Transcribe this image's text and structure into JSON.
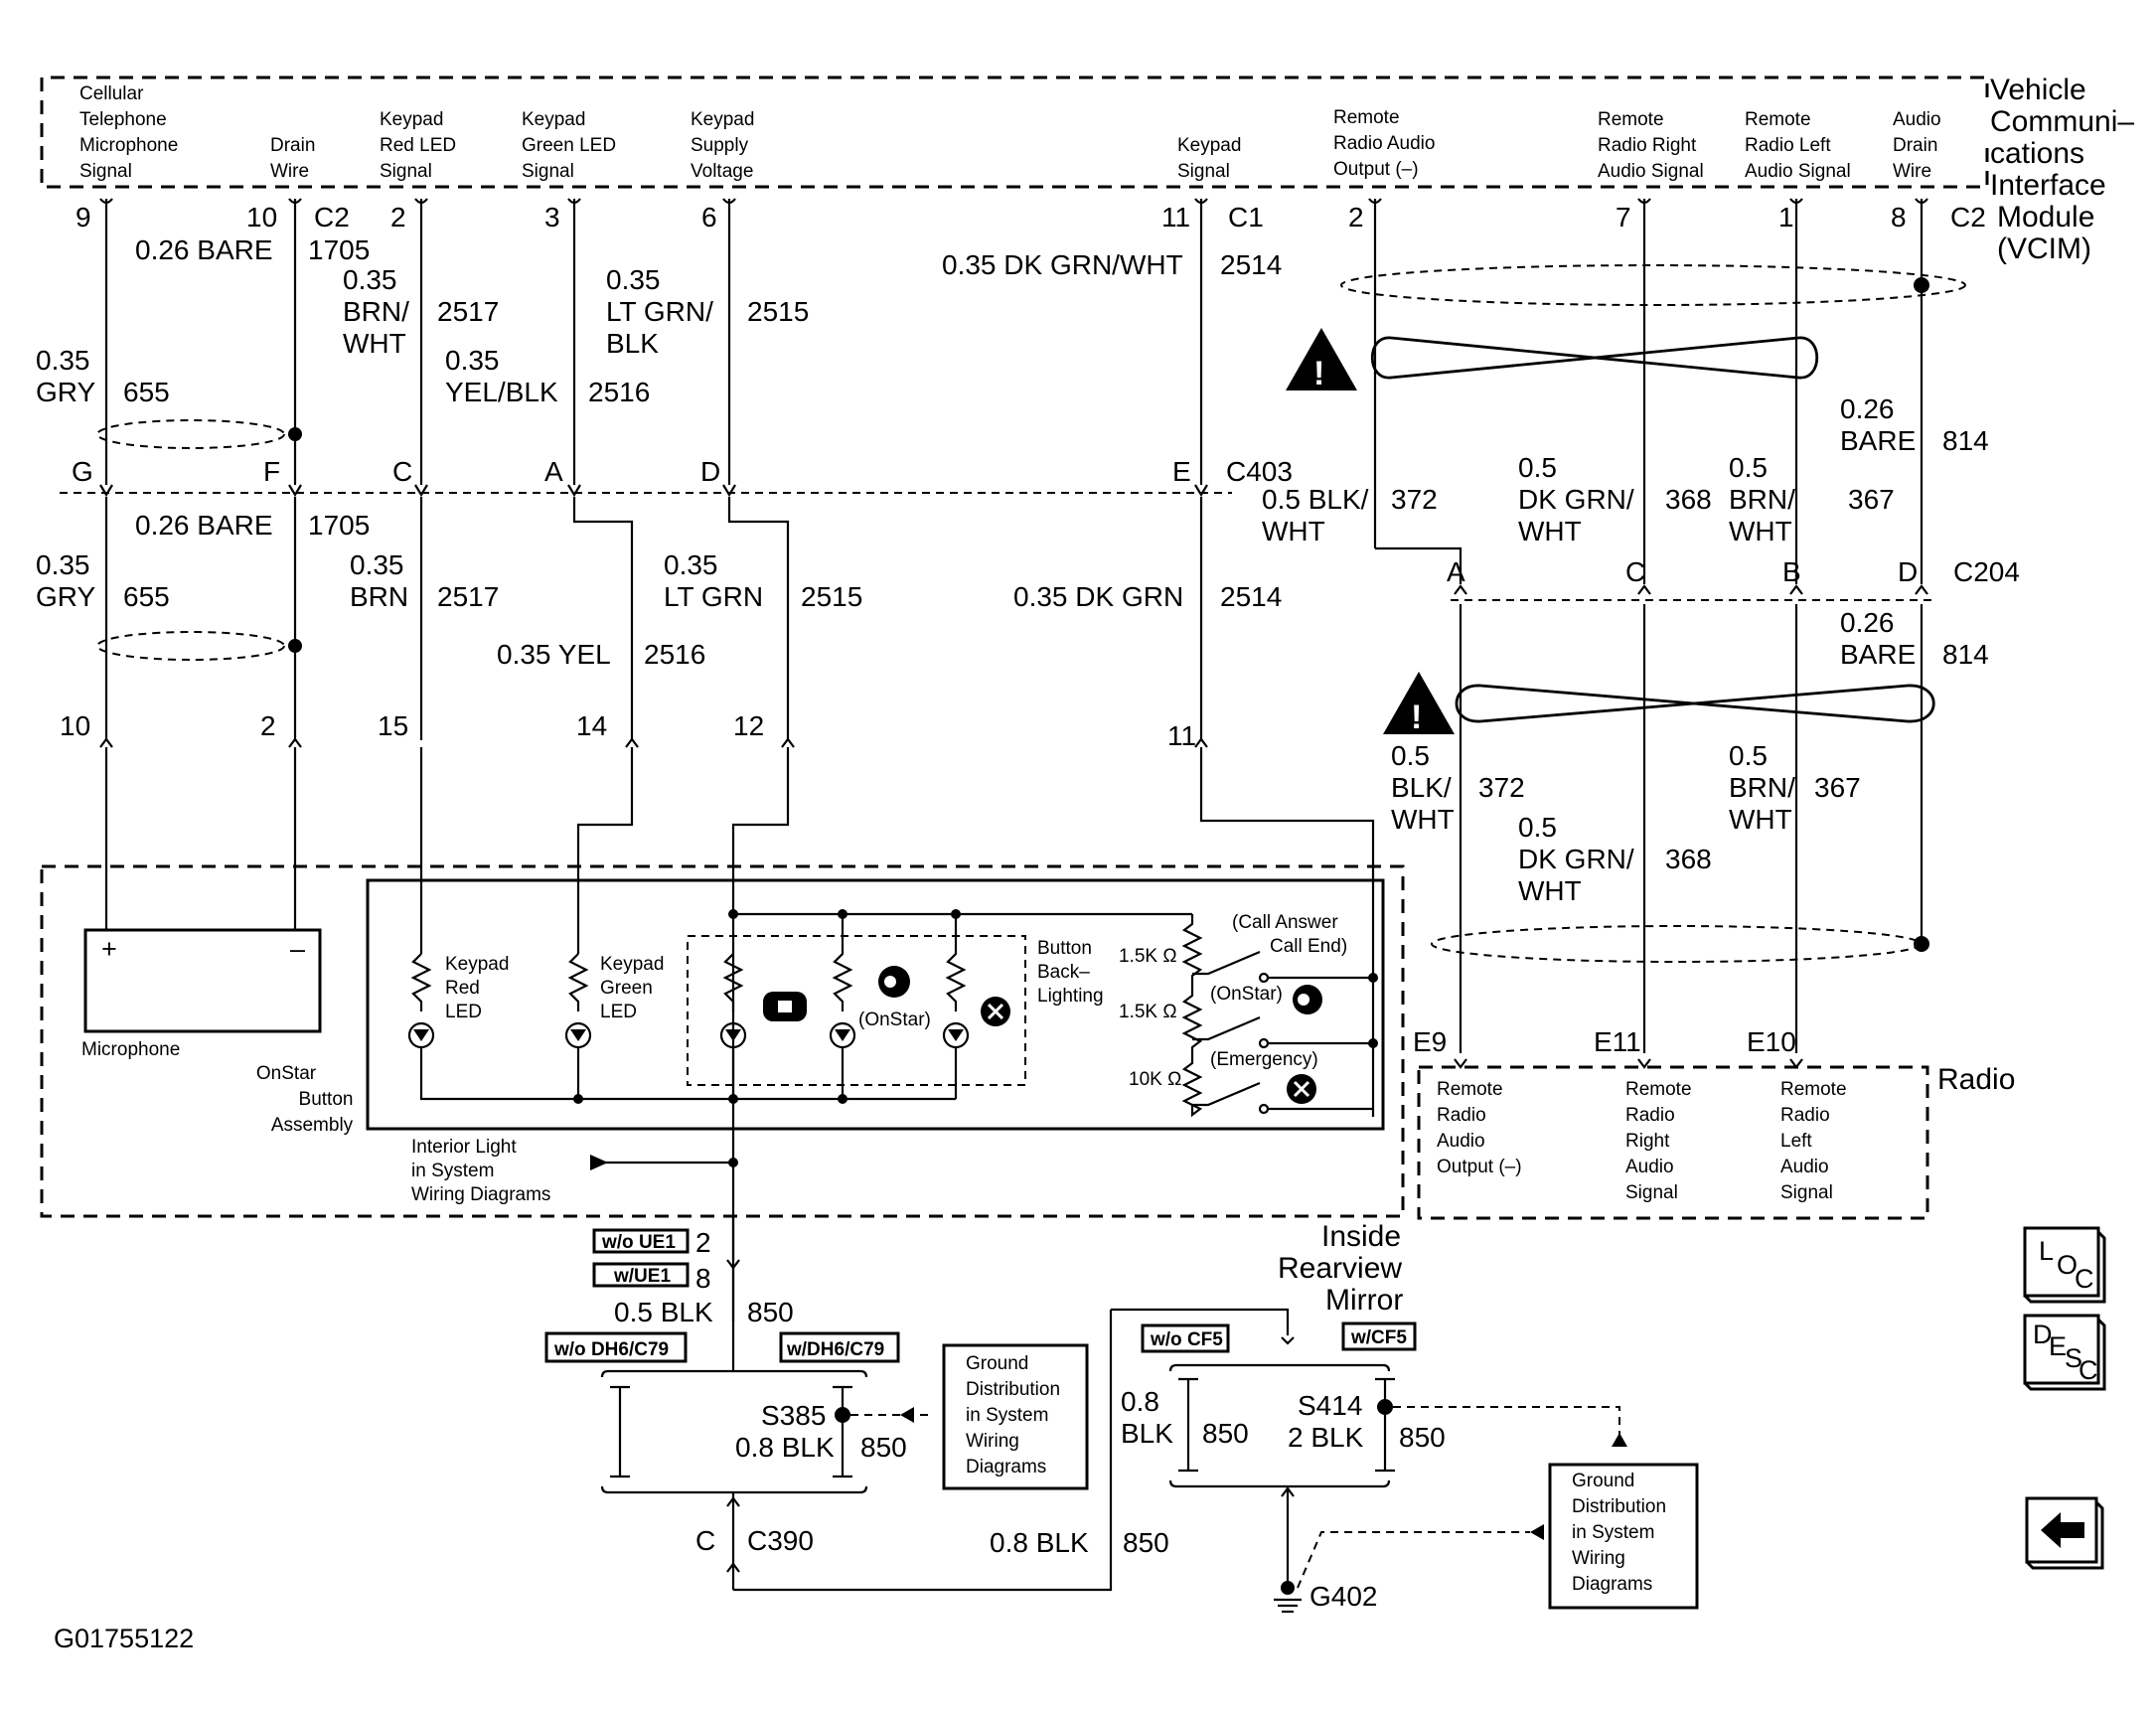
{
  "vcim": {
    "title_lines": [
      "Vehicle",
      "Communi–",
      "cations",
      "Interface",
      "Module",
      "(VCIM)"
    ],
    "connector_c2": "C2",
    "connector_c1": "C1",
    "labels": {
      "cell_mic": [
        "Cellular",
        "Telephone",
        "Microphone",
        "Signal"
      ],
      "drain": [
        "Drain",
        "Wire"
      ],
      "red_led": [
        "Keypad",
        "Red LED",
        "Signal"
      ],
      "green_led": [
        "Keypad",
        "Green LED",
        "Signal"
      ],
      "supply": [
        "Keypad",
        "Supply",
        "Voltage"
      ],
      "keypad_sig": [
        "Keypad",
        "Signal"
      ],
      "remote_out": [
        "Remote",
        "Radio Audio",
        "Output (–)"
      ],
      "remote_right": [
        "Remote",
        "Radio Right",
        "Audio Signal"
      ],
      "remote_left": [
        "Remote",
        "Radio Left",
        "Audio Signal"
      ],
      "audio_drain": [
        "Audio",
        "Drain",
        "Wire"
      ]
    },
    "pins": {
      "p9": "9",
      "p10": "10",
      "p2a": "2",
      "p3": "3",
      "p6": "6",
      "p11": "11",
      "p2b": "2",
      "p7": "7",
      "p1": "1",
      "p8": "8"
    }
  },
  "upper_wires": {
    "bare_size": "0.26 BARE",
    "bare_circuit": "1705",
    "gry_size": [
      "0.35",
      "GRY"
    ],
    "gry_circuit": "655",
    "brnwht_size": [
      "0.35",
      "BRN/",
      "WHT"
    ],
    "brnwht_circuit": "2517",
    "yelblk_size": [
      "0.35",
      "YEL/BLK"
    ],
    "yelblk_circuit": "2516",
    "ltgrnblk_size": [
      "0.35",
      "LT GRN/",
      "BLK"
    ],
    "ltgrnblk_circuit": "2515",
    "dkgrnwht": "0.35 DK GRN/WHT",
    "dkgrnwht_circuit": "2514",
    "bare814_size": [
      "0.26",
      "BARE"
    ],
    "bare814_circuit": "814",
    "blkwht_size": [
      "0.5 BLK/",
      "WHT"
    ],
    "blkwht_circuit": "372",
    "dkgrnwht2_size": [
      "0.5",
      "DK GRN/",
      "WHT"
    ],
    "dkgrnwht2_circuit": "368",
    "brnwht2_size": [
      "0.5",
      "BRN/",
      "WHT"
    ],
    "brnwht2_circuit": "367"
  },
  "c403": {
    "name": "C403",
    "pins": {
      "g": "G",
      "f": "F",
      "c": "C",
      "a": "A",
      "d": "D",
      "e": "E"
    }
  },
  "c204": {
    "name": "C204",
    "pins": {
      "a": "A",
      "c": "C",
      "b": "B",
      "d": "D"
    }
  },
  "lower_wires": {
    "bare_size": "0.26 BARE",
    "bare_circuit": "1705",
    "gry_size": [
      "0.35",
      "GRY"
    ],
    "gry_circuit": "655",
    "brn_size": [
      "0.35",
      "BRN"
    ],
    "brn_circuit": "2517",
    "yel": "0.35 YEL",
    "yel_circuit": "2516",
    "ltgrn_size": [
      "0.35",
      "LT GRN"
    ],
    "ltgrn_circuit": "2515",
    "dkgrn": "0.35 DK GRN",
    "dkgrn_circuit": "2514",
    "bare814_size": [
      "0.26",
      "BARE"
    ],
    "bare814_circuit": "814",
    "blkwht_size": [
      "0.5",
      "BLK/",
      "WHT"
    ],
    "blkwht_circuit": "372",
    "brnwht_size": [
      "0.5",
      "BRN/",
      "WHT"
    ],
    "brnwht_circuit": "367",
    "dkgrnwht_size": [
      "0.5",
      "DK GRN/",
      "WHT"
    ],
    "dkgrnwht_circuit": "368"
  },
  "assembly": {
    "pins": {
      "p10": "10",
      "p2": "2",
      "p15": "15",
      "p14": "14",
      "p12": "12",
      "p11": "11"
    },
    "mic_plus": "+",
    "mic_minus": "–",
    "microphone": "Microphone",
    "button_assembly": [
      "OnStar",
      "Button",
      "Assembly"
    ],
    "red_led": [
      "Keypad",
      "Red",
      "LED"
    ],
    "green_led": [
      "Keypad",
      "Green",
      "LED"
    ],
    "onstar_paren": "(OnStar)",
    "backlighting": [
      "Button",
      "Back–",
      "Lighting"
    ],
    "r1": "1.5K Ω",
    "r2": "1.5K Ω",
    "r3": "10K Ω",
    "sw_call": [
      "(Call Answer",
      "Call End)"
    ],
    "sw_onstar": "(OnStar)",
    "sw_emergency": "(Emergency)",
    "interior": [
      "Interior Light",
      "in System",
      "Wiring Diagrams"
    ]
  },
  "radio": {
    "title": "Radio",
    "pins": {
      "e9": "E9",
      "e11": "E11",
      "e10": "E10"
    },
    "remote_out": [
      "Remote",
      "Radio",
      "Audio",
      "Output (–)"
    ],
    "remote_right": [
      "Remote",
      "Radio",
      "Right",
      "Audio",
      "Signal"
    ],
    "remote_left": [
      "Remote",
      "Radio",
      "Left",
      "Audio",
      "Signal"
    ]
  },
  "ground": {
    "wo_ue1": "w/o UE1",
    "wo_ue1_pin": "2",
    "w_ue1": "w/UE1",
    "w_ue1_pin": "8",
    "blk850_size": "0.5 BLK",
    "blk850_circuit": "850",
    "wo_dh6": "w/o DH6/C79",
    "w_dh6": "w/DH6/C79",
    "s385": "S385",
    "s385_size": "0.8 BLK",
    "s385_circuit": "850",
    "c390_pin": "C",
    "c390": "C390",
    "bottom_size": "0.8 BLK",
    "bottom_circuit": "850",
    "gd1": [
      "Ground",
      "Distribution",
      "in System",
      "Wiring",
      "Diagrams"
    ],
    "mirror": [
      "Inside",
      "Rearview",
      "Mirror"
    ],
    "wo_cf5": "w/o CF5",
    "w_cf5": "w/CF5",
    "left_size": [
      "0.8",
      "BLK"
    ],
    "left_circuit": "850",
    "s414": "S414",
    "s414_size": "2 BLK",
    "s414_circuit": "850",
    "g402": "G402",
    "gd2": [
      "Ground",
      "Distribution",
      "in System",
      "Wiring",
      "Diagrams"
    ]
  },
  "nav": {
    "loc": [
      "L",
      "O",
      "C"
    ],
    "desc": [
      "D",
      "E",
      "S",
      "C"
    ],
    "back_icon": "left-arrow-icon"
  },
  "figure_id": "G01755122"
}
